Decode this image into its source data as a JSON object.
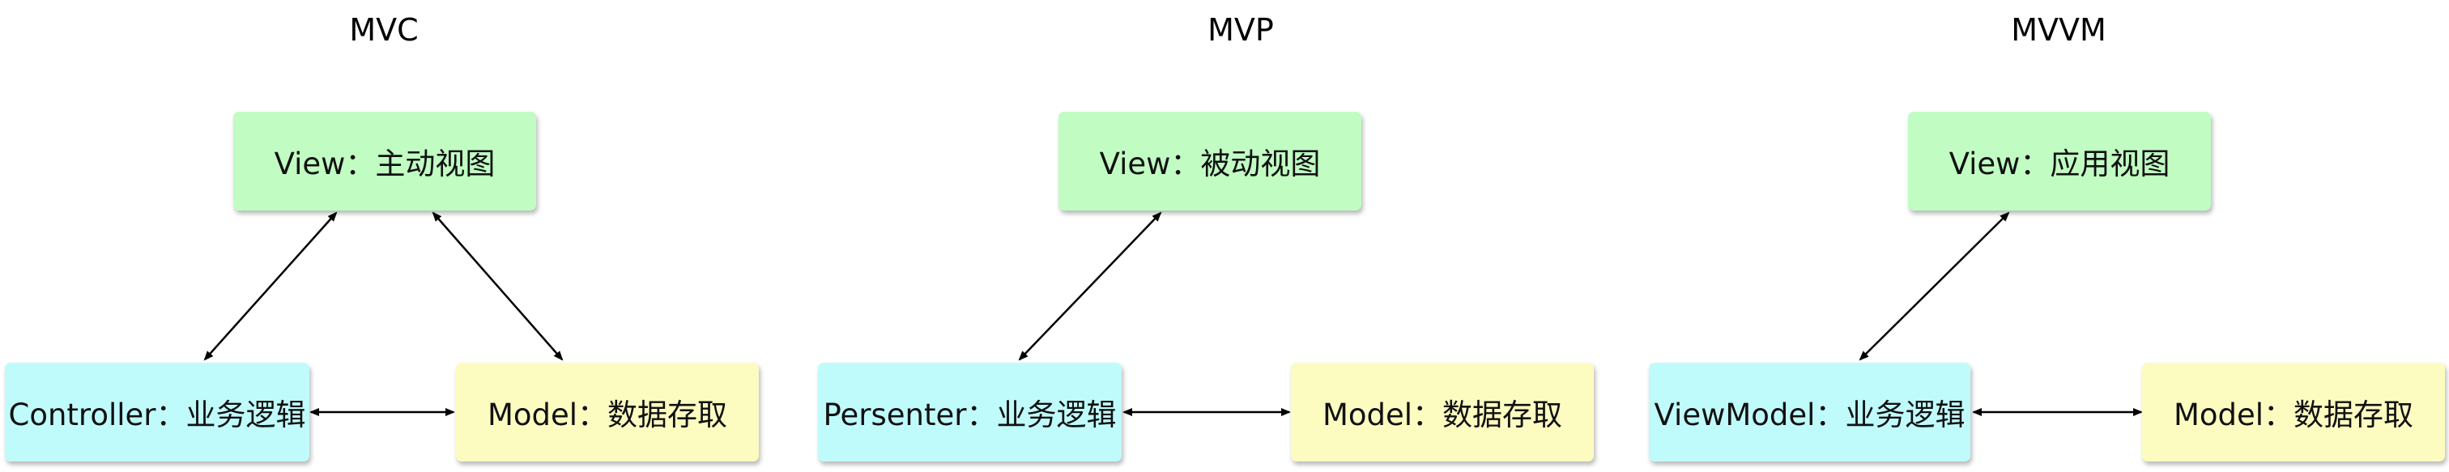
{
  "colors": {
    "view": "#c1fcc3",
    "logic": "#c0fbfc",
    "model": "#fcfcc1",
    "line": "#000000"
  },
  "diagrams": [
    {
      "title": "MVC",
      "view": "View：主动视图",
      "logic": "Controller：业务逻辑",
      "model": "Model：数据存取"
    },
    {
      "title": "MVP",
      "view": "View：被动视图",
      "logic": "Persenter：业务逻辑",
      "model": "Model：数据存取"
    },
    {
      "title": "MVVM",
      "view": "View：应用视图",
      "logic": "ViewModel：业务逻辑",
      "model": "Model：数据存取"
    }
  ]
}
